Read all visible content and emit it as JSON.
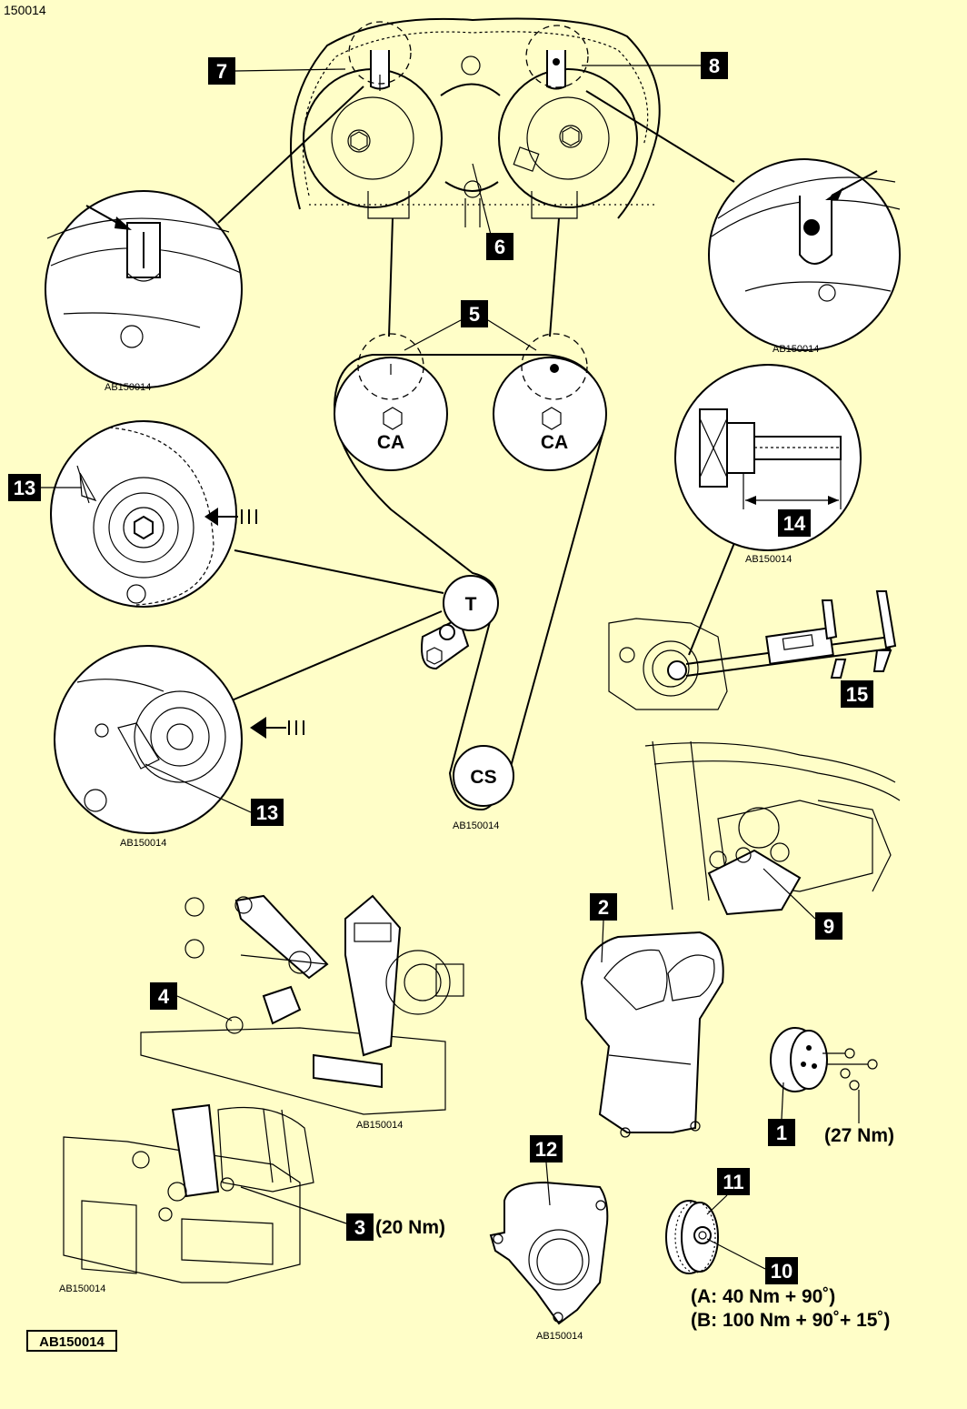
{
  "corner_code": "150014",
  "footer_code": "AB150014",
  "ref_code": "AB150014",
  "pulleys": {
    "camshaft": "CA",
    "tensioner": "T",
    "crankshaft": "CS"
  },
  "callouts": {
    "c1": "1",
    "c2": "2",
    "c3": "3",
    "c4": "4",
    "c5": "5",
    "c6": "6",
    "c7": "7",
    "c8": "8",
    "c9": "9",
    "c10": "10",
    "c11": "11",
    "c12": "12",
    "c13": "13",
    "c14": "14",
    "c15": "15"
  },
  "torque": {
    "t1": "(27 Nm)",
    "t3": "(20 Nm)",
    "t10a": "(A: 40 Nm + 90˚)",
    "t10b": "(B: 100 Nm + 90˚+ 15˚)"
  }
}
